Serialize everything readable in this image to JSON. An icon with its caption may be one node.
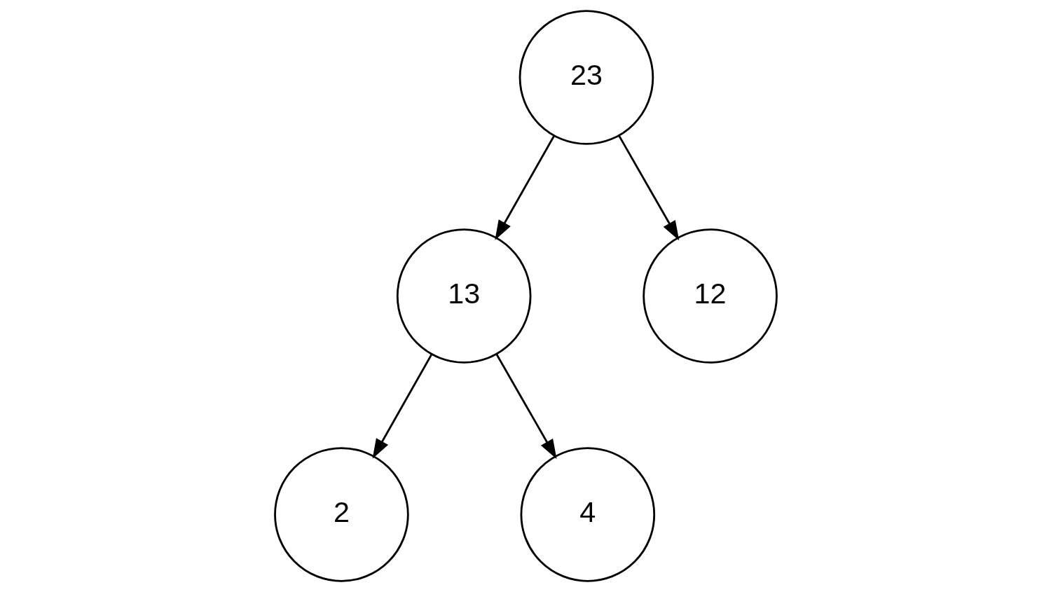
{
  "diagram": {
    "nodes": [
      {
        "text": [
          "23"
        ]
      },
      {
        "text": [
          "13"
        ]
      },
      {
        "text": [
          "12"
        ]
      },
      {
        "text": [
          "2"
        ]
      },
      {
        "text": [
          "4"
        ]
      }
    ],
    "edges": [
      {
        "from": 0,
        "to": 1,
        "arrow": "to"
      },
      {
        "from": 0,
        "to": 2,
        "arrow": "to"
      },
      {
        "from": 1,
        "to": 3,
        "arrow": "to"
      },
      {
        "from": 1,
        "to": 4,
        "arrow": "to"
      }
    ]
  }
}
